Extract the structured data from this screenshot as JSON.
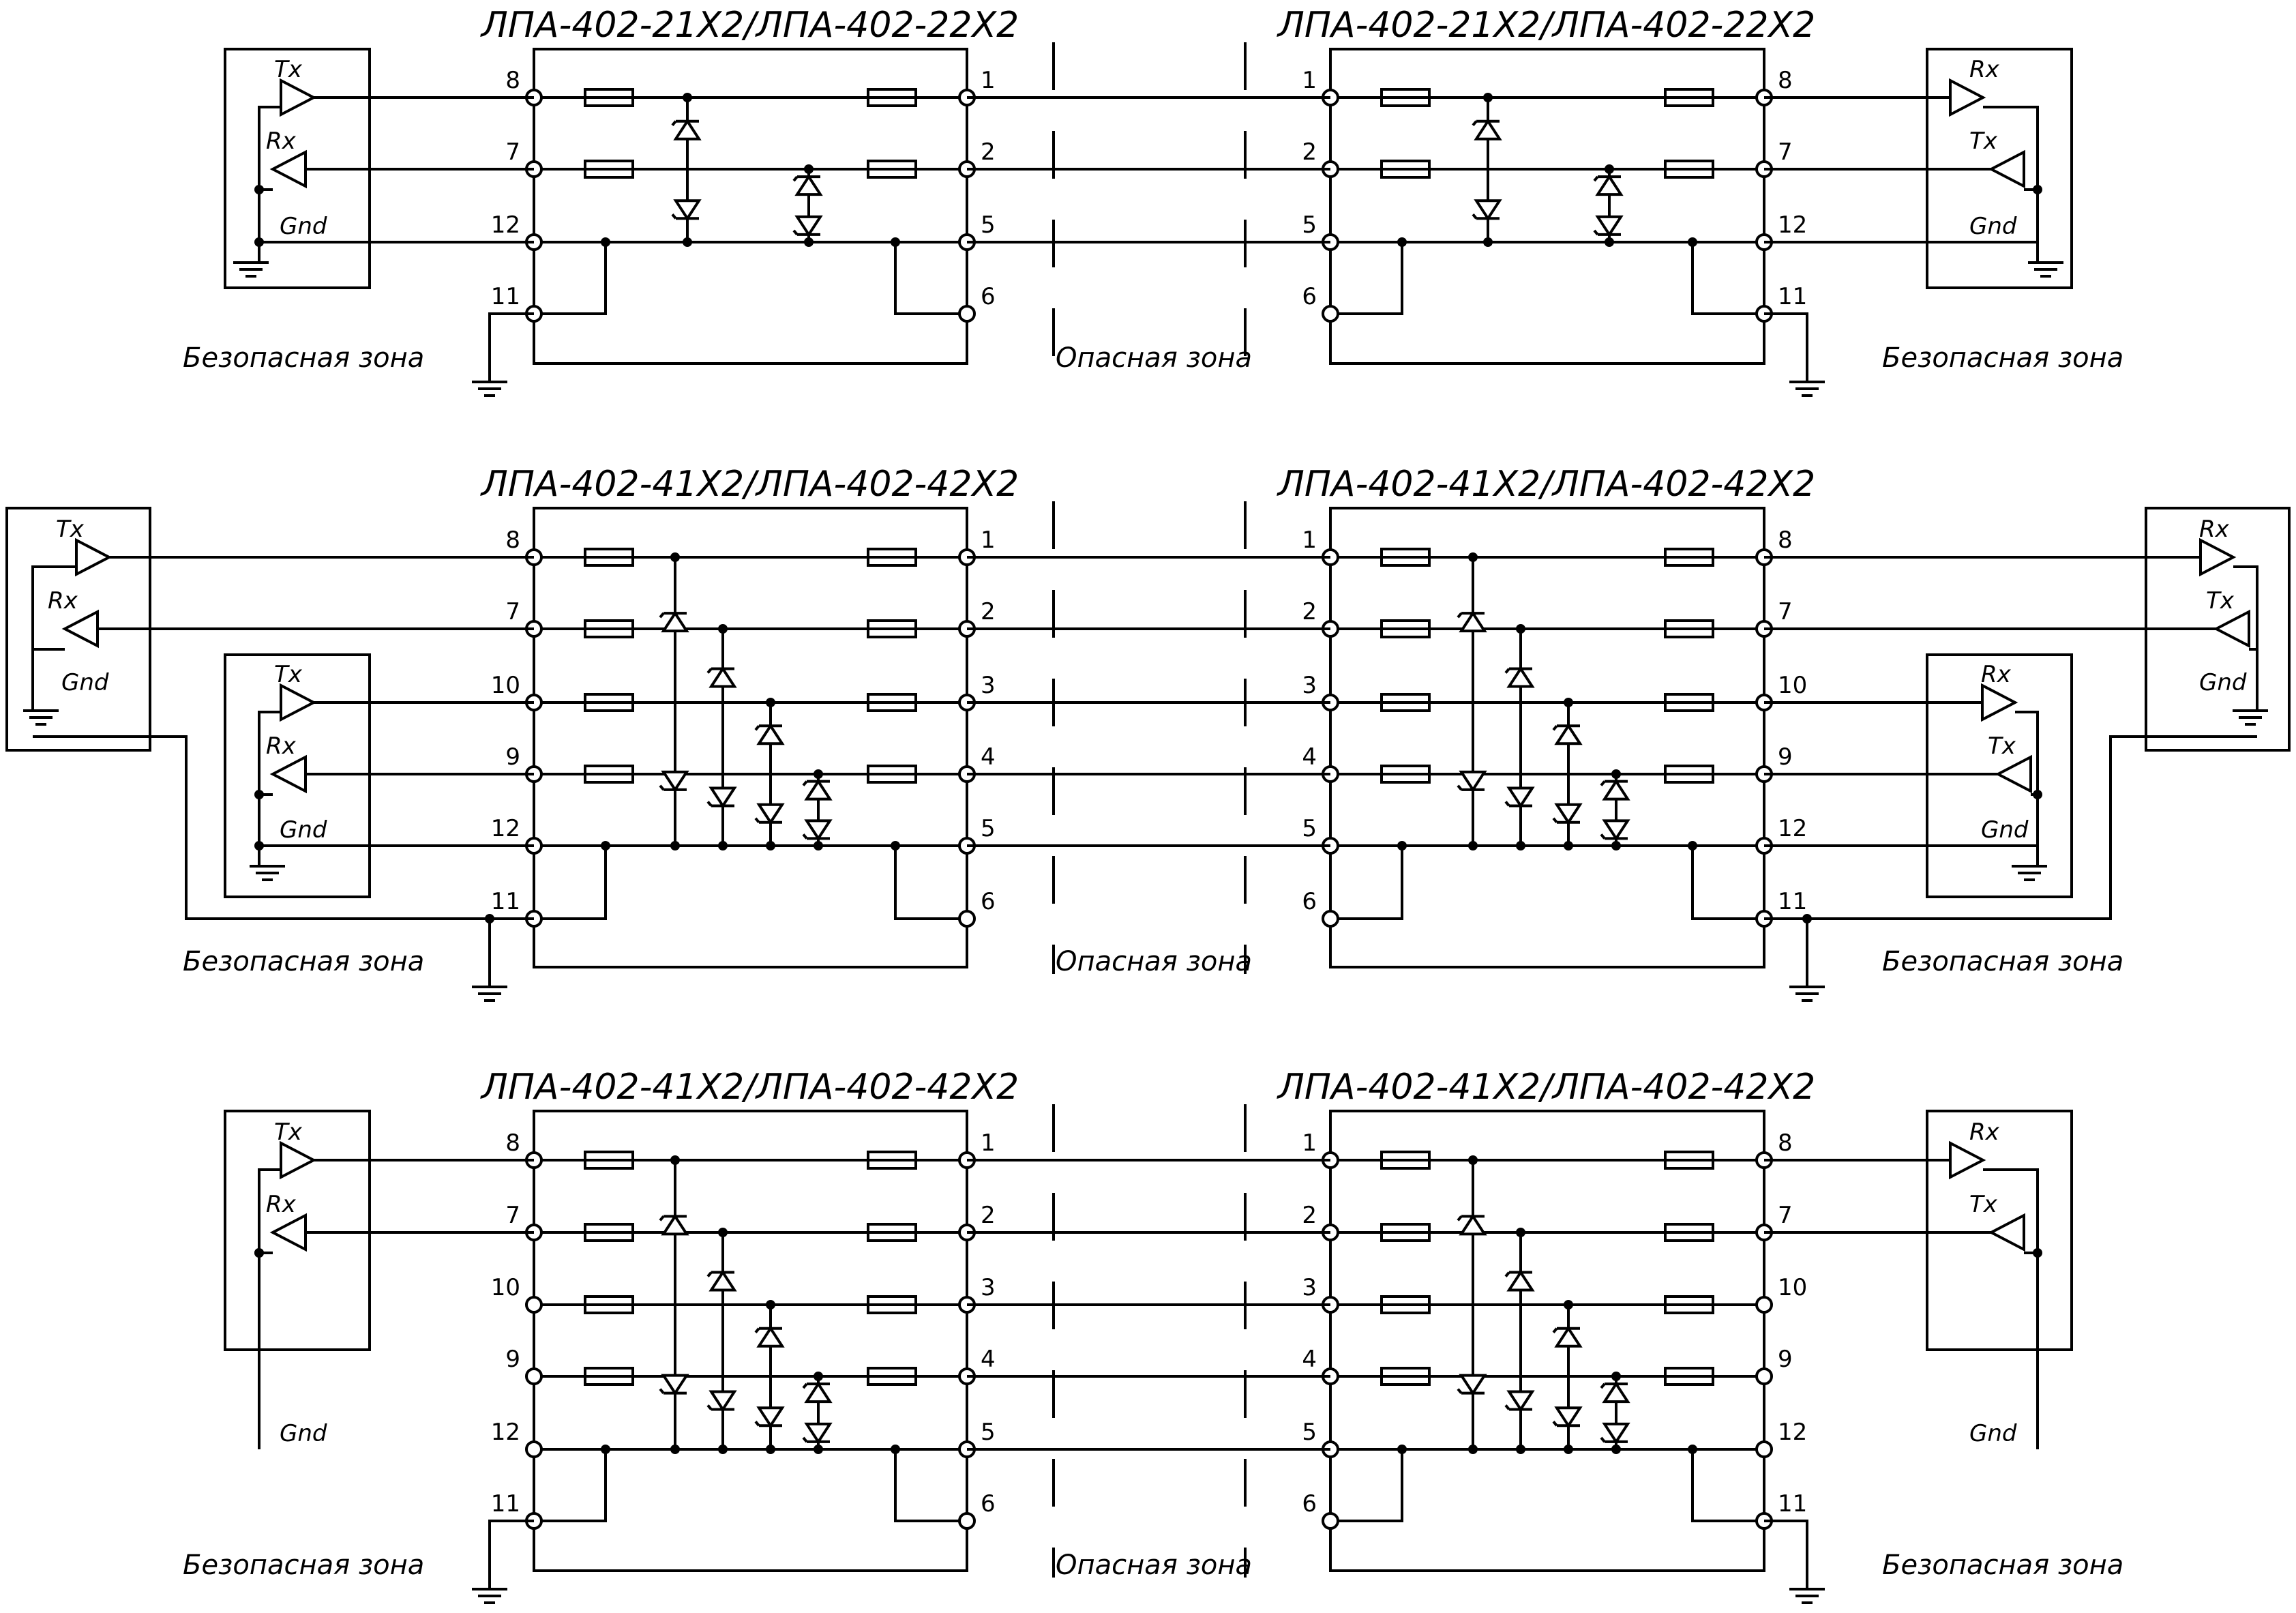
{
  "diagram": {
    "rows": [
      {
        "left_barrier_title": "ЛПА-402-21Х2/ЛПА-402-22Х2",
        "right_barrier_title": "ЛПА-402-21Х2/ЛПА-402-22Х2",
        "left_pins": [
          "8",
          "7",
          "12",
          "11"
        ],
        "left_out_pins": [
          "1",
          "2",
          "5",
          "6"
        ],
        "right_in_pins": [
          "1",
          "2",
          "5",
          "6"
        ],
        "right_pins": [
          "8",
          "7",
          "12",
          "11"
        ],
        "left_device": {
          "tx": "Tx",
          "rx": "Rx",
          "gnd": "Gnd"
        },
        "right_device": {
          "rx": "Rx",
          "tx": "Tx",
          "gnd": "Gnd"
        },
        "safe_zone_left": "Безопасная зона",
        "hazard_zone": "Опасная зона",
        "safe_zone_right": "Безопасная зона"
      },
      {
        "left_barrier_title": "ЛПА-402-41Х2/ЛПА-402-42Х2",
        "right_barrier_title": "ЛПА-402-41Х2/ЛПА-402-42Х2",
        "left_pins": [
          "8",
          "7",
          "10",
          "9",
          "12",
          "11"
        ],
        "left_out_pins": [
          "1",
          "2",
          "3",
          "4",
          "5",
          "6"
        ],
        "right_in_pins": [
          "1",
          "2",
          "3",
          "4",
          "5",
          "6"
        ],
        "right_pins": [
          "8",
          "7",
          "10",
          "9",
          "12",
          "11"
        ],
        "left_outer_device": {
          "tx": "Tx",
          "rx": "Rx",
          "gnd": "Gnd"
        },
        "left_inner_device": {
          "tx": "Tx",
          "rx": "Rx",
          "gnd": "Gnd"
        },
        "right_inner_device": {
          "rx": "Rx",
          "tx": "Tx",
          "gnd": "Gnd"
        },
        "right_outer_device": {
          "rx": "Rx",
          "tx": "Tx",
          "gnd": "Gnd"
        },
        "safe_zone_left": "Безопасная зона",
        "hazard_zone": "Опасная зона",
        "safe_zone_right": "Безопасная зона"
      },
      {
        "left_barrier_title": "ЛПА-402-41Х2/ЛПА-402-42Х2",
        "right_barrier_title": "ЛПА-402-41Х2/ЛПА-402-42Х2",
        "left_pins": [
          "8",
          "7",
          "10",
          "9",
          "12",
          "11"
        ],
        "left_out_pins": [
          "1",
          "2",
          "3",
          "4",
          "5",
          "6"
        ],
        "right_in_pins": [
          "1",
          "2",
          "3",
          "4",
          "5",
          "6"
        ],
        "right_pins": [
          "8",
          "7",
          "10",
          "9",
          "12",
          "11"
        ],
        "left_device": {
          "tx": "Tx",
          "rx": "Rx",
          "gnd": "Gnd"
        },
        "right_device": {
          "rx": "Rx",
          "tx": "Tx",
          "gnd": "Gnd"
        },
        "safe_zone_left": "Безопасная зона",
        "hazard_zone": "Опасная зона",
        "safe_zone_right": "Безопасная зона"
      }
    ]
  }
}
